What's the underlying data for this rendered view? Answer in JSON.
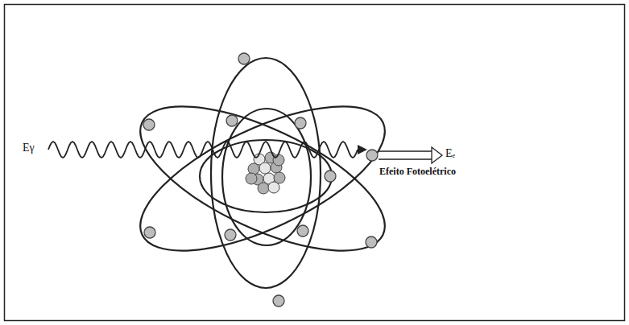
{
  "diagram": {
    "labels": [
      "Eγ",
      "Eₑ",
      "Efeito Fotoelétrico"
    ]
  }
}
